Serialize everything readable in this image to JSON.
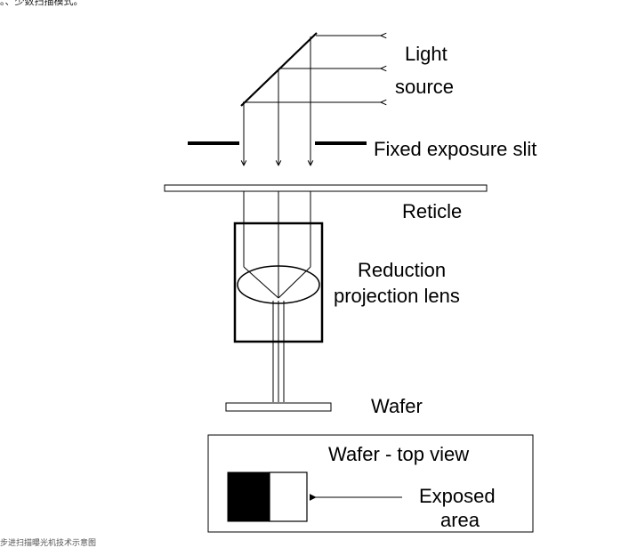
{
  "header_caption": "。、少数扫描模式。",
  "footer_caption": "步进扫描曝光机技术示意图",
  "labels": {
    "light": "Light",
    "source": "source",
    "slit": "Fixed exposure slit",
    "reticle": "Reticle",
    "reduction": "Reduction",
    "projection": "projection lens",
    "wafer": "Wafer",
    "wafer_top": "Wafer - top view",
    "exposed": "Exposed",
    "area": "area"
  },
  "colors": {
    "ink": "#000000",
    "paper": "#ffffff"
  }
}
